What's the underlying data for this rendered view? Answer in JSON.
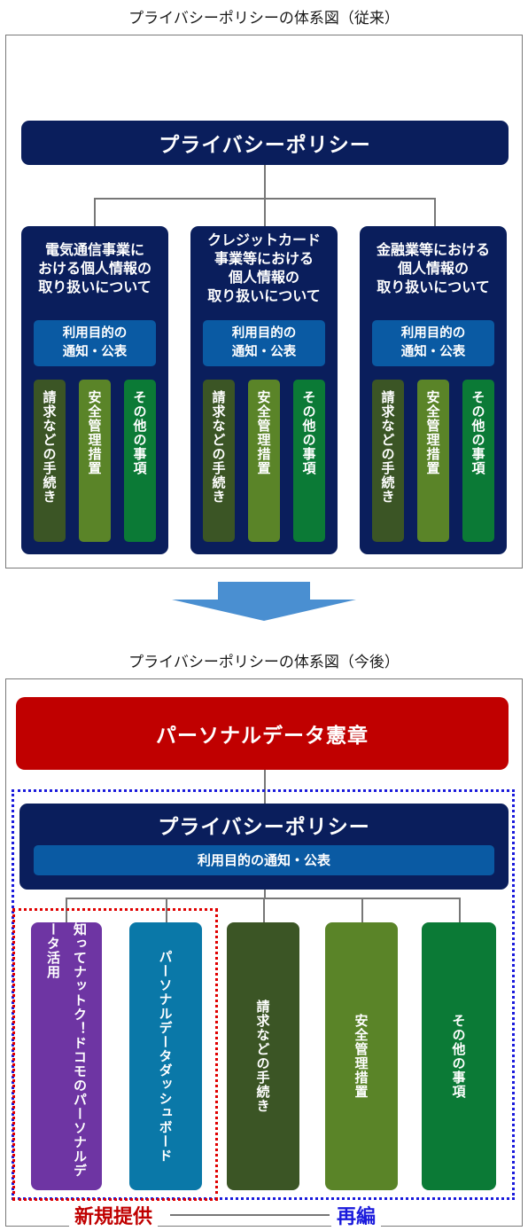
{
  "top": {
    "caption": "プライバシーポリシーの体系図（従来）",
    "policy_title": "プライバシーポリシー",
    "columns": [
      {
        "heading": "電気通信事業に\nおける個人情報の\n取り扱いについて",
        "purpose": "利用目的の\n通知・公表",
        "bars": [
          "請求などの手続き",
          "安全管理措置",
          "その他の事項"
        ]
      },
      {
        "heading": "クレジットカード\n事業等における\n個人情報の\n取り扱いについて",
        "purpose": "利用目的の\n通知・公表",
        "bars": [
          "請求などの手続き",
          "安全管理措置",
          "その他の事項"
        ]
      },
      {
        "heading": "金融業等における\n個人情報の\n取り扱いについて",
        "purpose": "利用目的の\n通知・公表",
        "bars": [
          "請求などの手続き",
          "安全管理措置",
          "その他の事項"
        ]
      }
    ]
  },
  "bottom": {
    "caption": "プライバシーポリシーの体系図（今後）",
    "charter_title": "パーソナルデータ憲章",
    "policy_title": "プライバシーポリシー",
    "purpose": "利用目的の通知・公表",
    "new_items": [
      "知ってナットク！ドコモのパーソナルデータ活用",
      "パーソナルデータダッシュボード"
    ],
    "reorg_items": [
      "請求などの手続き",
      "安全管理措置",
      "その他の事項"
    ],
    "label_new": "新規提供",
    "label_reorg": "再編"
  },
  "colors": {
    "navy": "#0a1e5c",
    "blue": "#0a5aa3",
    "red": "#c00000",
    "dark_green": "#3b5525",
    "olive_green": "#5a8428",
    "green": "#0b7a36",
    "purple": "#6e35a3",
    "teal": "#0a78a8",
    "arrow": "#4a8fd1"
  }
}
